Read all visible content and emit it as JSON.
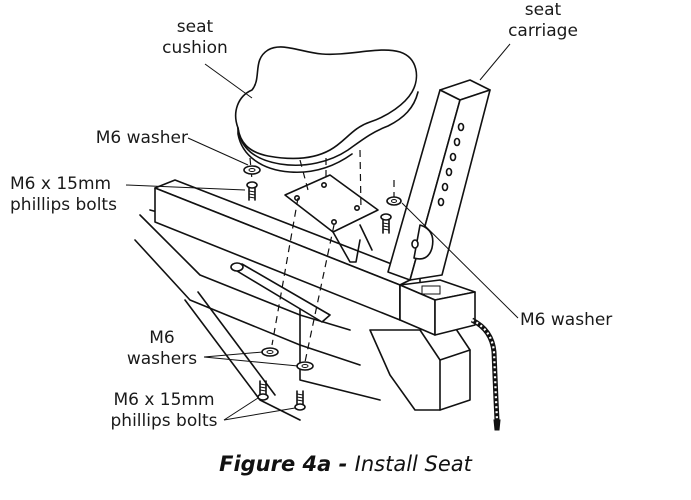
{
  "labels": {
    "seat_cushion": [
      "seat",
      "cushion"
    ],
    "seat_carriage": [
      "seat",
      "carriage"
    ],
    "m6_washer_left": "M6 washer",
    "bolts_top": [
      "M6 x 15mm",
      "phillips bolts"
    ],
    "m6_washer_right": "M6 washer",
    "washers_bottom": [
      "M6",
      "washers"
    ],
    "bolts_bottom": [
      "M6 x 15mm",
      "phillips bolts"
    ]
  },
  "caption": {
    "figure": "Figure 4a - ",
    "title": "Install Seat"
  }
}
